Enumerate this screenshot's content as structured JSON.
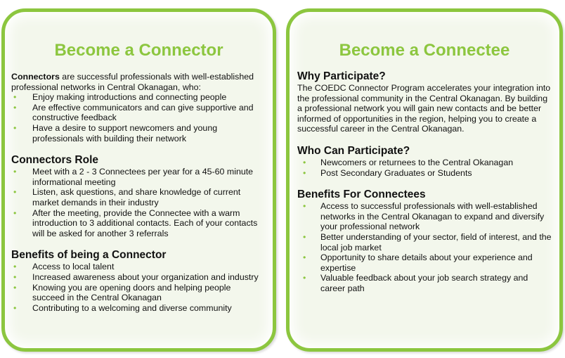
{
  "connector": {
    "title": "Become a Connector",
    "intro_bold": "Connectors",
    "intro_rest": " are successful professionals with well-established professional networks in Central Okanagan, who:",
    "who_items": [
      "Enjoy making introductions and connecting people",
      "Are effective communicators and can give supportive and constructive feedback",
      "Have a desire to support newcomers and young professionals with building their network"
    ],
    "role_heading": "Connectors Role",
    "role_items": [
      "Meet with a 2 - 3 Connectees per year for a 45-60 minute informational meeting",
      "Listen, ask questions, and share knowledge of current market demands in their industry",
      "After the meeting, provide the Connectee with a warm introduction to 3 additional contacts. Each of your contacts will be asked for another 3 referrals"
    ],
    "benefits_heading": "Benefits of being a Connector",
    "benefits_items": [
      "Access to local talent",
      "Increased awareness about your organization and industry",
      "Knowing you are opening doors and helping people succeed in the Central Okanagan",
      "Contributing to a welcoming and diverse community"
    ]
  },
  "connectee": {
    "title": "Become a Connectee",
    "why_heading": "Why Participate?",
    "why_text": "The COEDC Connector Program accelerates your integration into the professional community in the Central Okanagan. By building a professional network you will gain new contacts and be better informed of opportunities in the region, helping you to create a successful career in the Central Okanagan.",
    "who_heading": "Who Can Participate?",
    "who_items": [
      "Newcomers or returnees to the Central Okanagan",
      "Post Secondary Graduates or Students"
    ],
    "benefits_heading": "Benefits For Connectees",
    "benefits_items": [
      "Access to successful professionals with well-established networks in the Central Okanagan to expand and diversify your professional network",
      "Better understanding of your sector, field of interest, and the local job market",
      "Opportunity to share details about your experience and expertise",
      "Valuable feedback about your job search strategy and career path"
    ]
  },
  "colors": {
    "accent": "#8cc63f",
    "card_background": "#f3f7ec",
    "text": "#111111"
  }
}
